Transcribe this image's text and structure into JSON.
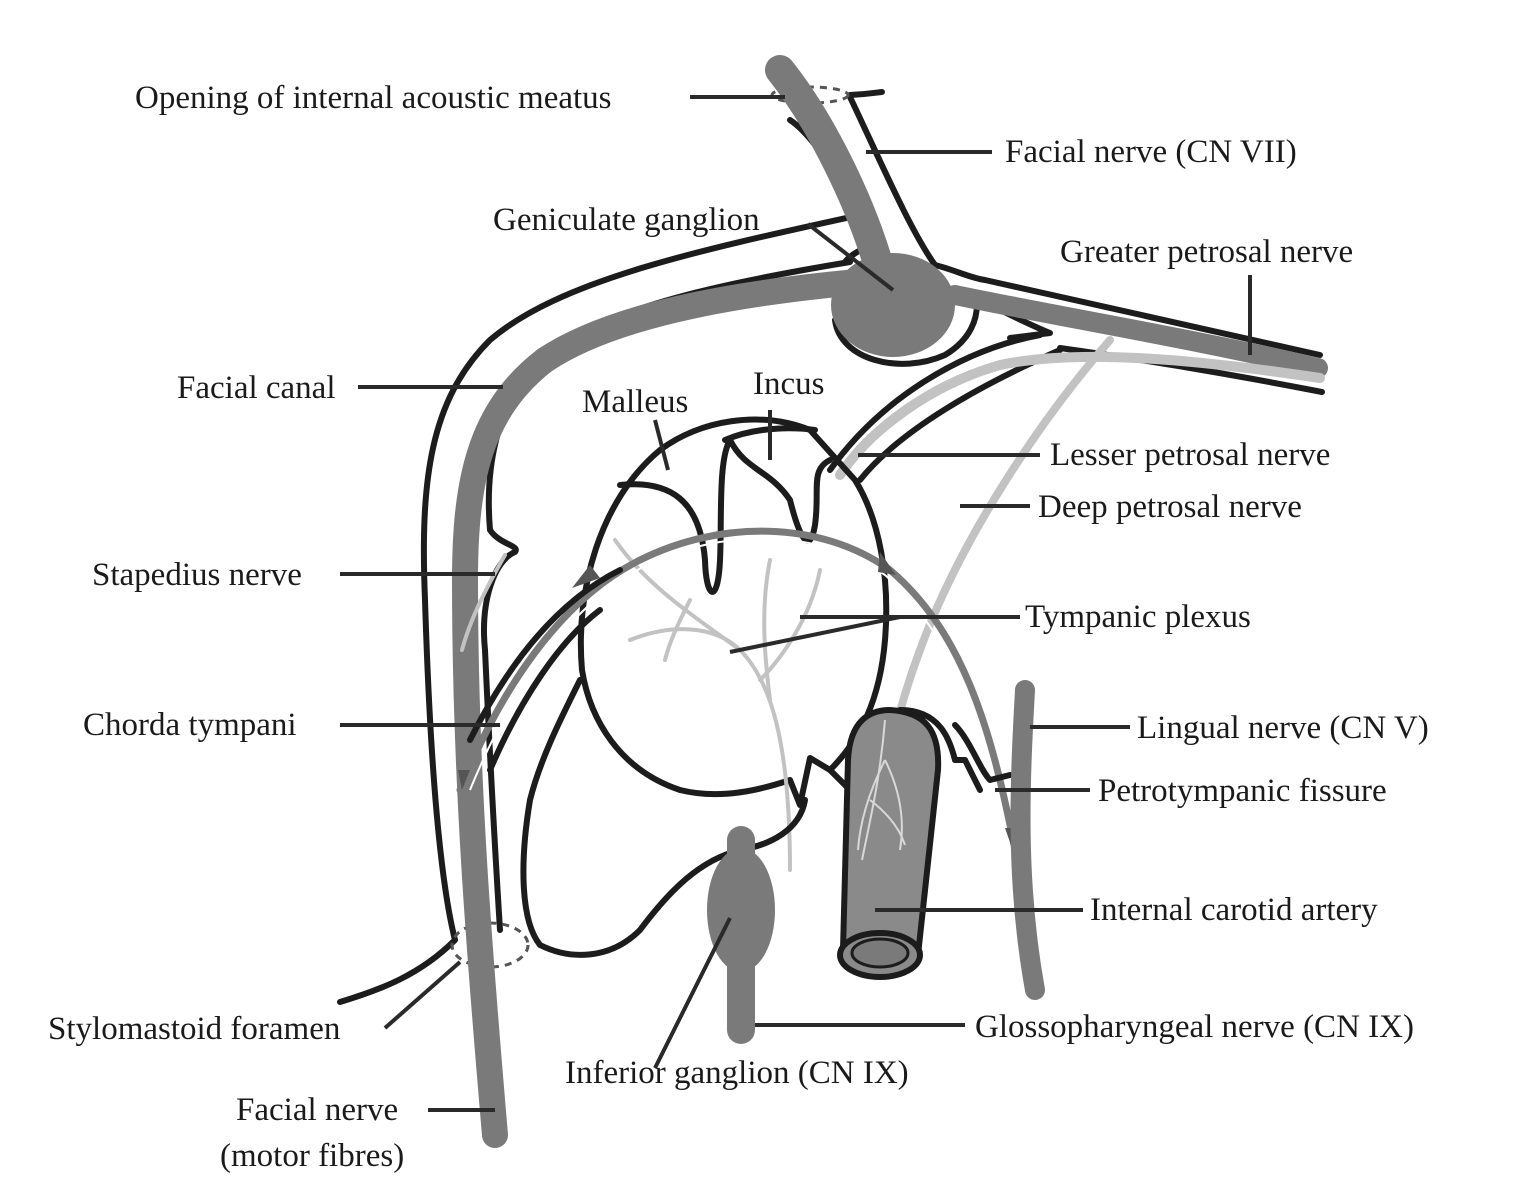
{
  "title": "Facial nerve, tympanic plexus and related structures",
  "colors": {
    "nerve_dark": "#7a7a7a",
    "nerve_light": "#c2c2c2",
    "outline": "#1c1c1c",
    "text": "#1a1a1a",
    "background": "#ffffff"
  },
  "labels": {
    "opening_internal_acoustic_meatus": "Opening of internal acoustic meatus",
    "facial_nerve_cn7": "Facial nerve (CN VII)",
    "geniculate_ganglion": "Geniculate ganglion",
    "greater_petrosal_nerve": "Greater petrosal nerve",
    "facial_canal": "Facial canal",
    "malleus": "Malleus",
    "incus": "Incus",
    "lesser_petrosal_nerve": "Lesser petrosal nerve",
    "deep_petrosal_nerve": "Deep petrosal nerve",
    "stapedius_nerve": "Stapedius nerve",
    "tympanic_plexus": "Tympanic plexus",
    "chorda_tympani": "Chorda tympani",
    "lingual_nerve": "Lingual nerve (CN V)",
    "petrotympanic_fissure": "Petrotympanic fissure",
    "internal_carotid_artery": "Internal carotid artery",
    "stylomastoid_foramen": "Stylomastoid foramen",
    "glossopharyngeal_nerve": "Glossopharyngeal nerve (CN IX)",
    "inferior_ganglion": "Inferior ganglion (CN IX)",
    "facial_nerve_motor_line1": "Facial nerve",
    "facial_nerve_motor_line2": "(motor fibres)"
  }
}
